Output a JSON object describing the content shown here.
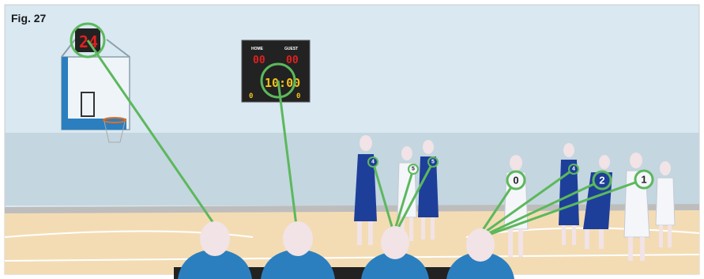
{
  "figure": {
    "label": "Fig. 27"
  },
  "shot_clock": {
    "value": "24"
  },
  "scoreboard": {
    "home_label": "HOME",
    "guest_label": "GUEST",
    "home_score": "00",
    "guest_score": "00",
    "game_clock": "10:00",
    "home_fouls": "0",
    "guest_fouls": "0"
  },
  "players": {
    "blue_numbers": [
      "4",
      "5",
      "4",
      "2"
    ],
    "white_numbers": [
      "5",
      "0",
      "1"
    ]
  },
  "colors": {
    "highlight_green": "#5cb85c",
    "team_blue": "#1e3f99",
    "team_white": "#f4f6fa",
    "court_floor": "#f3dcb4",
    "wall": "#cfe1ec",
    "scoreboard_bg": "#222222"
  }
}
